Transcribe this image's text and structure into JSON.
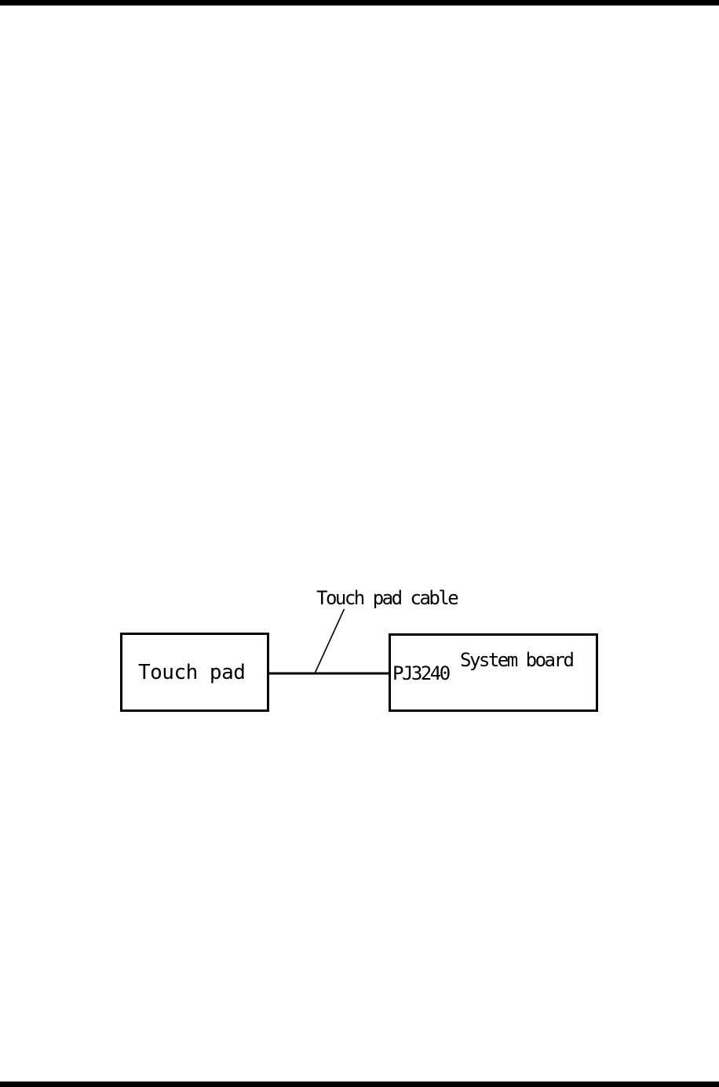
{
  "page": {
    "background_color": "#ffffff",
    "rule_color": "#000000"
  },
  "diagram": {
    "line_color": "#000000",
    "cable_label": "Touch pad cable",
    "touch_pad": {
      "label": "Touch pad"
    },
    "system_board": {
      "label": "System board",
      "connector": "PJ3240"
    }
  }
}
